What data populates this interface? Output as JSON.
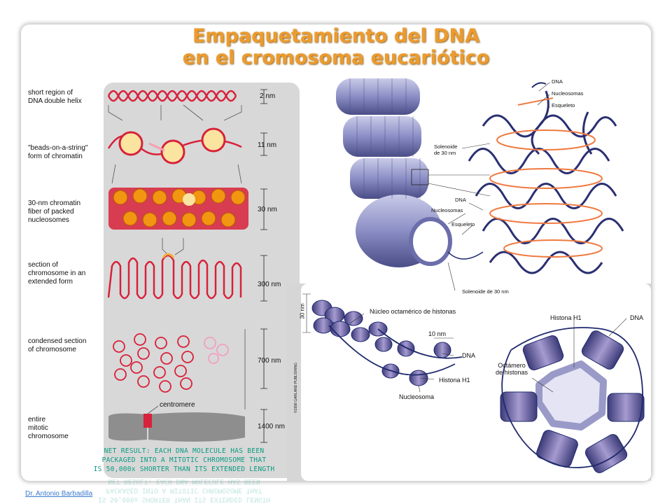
{
  "title": {
    "line1": "Empaquetamiento del DNA",
    "line2": "en el cromosoma eucariótico"
  },
  "left_panel": {
    "levels": [
      {
        "label_lines": [
          "short region of",
          "DNA double helix"
        ],
        "scale": "2 nm"
      },
      {
        "label_lines": [
          "\"beads-on-a-string\"",
          "form of chromatin"
        ],
        "scale": "11 nm"
      },
      {
        "label_lines": [
          "30-nm chromatin",
          "fiber of packed",
          "nucleosomes"
        ],
        "scale": "30 nm"
      },
      {
        "label_lines": [
          "section of",
          "chromosome in an",
          "extended form"
        ],
        "scale": "300 nm"
      },
      {
        "label_lines": [
          "condensed section",
          "of chromosome"
        ],
        "scale": "700 nm"
      },
      {
        "label_lines": [
          "entire",
          "mitotic",
          "chromosome"
        ],
        "scale": "1400 nm"
      }
    ],
    "centromere_label": "centromere",
    "net_result": [
      "NET RESULT: EACH DNA MOLECULE HAS BEEN",
      "PACKAGED INTO A MITOTIC CHROMOSOME THAT",
      "IS 50,000x SHORTER THAN ITS EXTENDED LENGTH"
    ],
    "publisher_credit": "©1998 GARLAND PUBLISHING"
  },
  "right_top": {
    "labels": {
      "dna_top": "DNA",
      "nucleosomas_top": "Nucleosomas",
      "esqueleto_top": "Esqueleto",
      "solenoide_left": "Solenoide\nde 30 nm",
      "dna_mid": "DNA",
      "nucleosomas_mid": "Nucleosomas",
      "esqueleto_mid": "Esqueleto",
      "solenoide_bottom": "Solenoide de 30 nm"
    }
  },
  "right_bottom": {
    "labels": {
      "nm30": "30 nm",
      "nucleo_octamerico": "Núcleo octamérico de histonas",
      "nm10": "10 nm",
      "dna_a": "DNA",
      "histona_h1_a": "Histona H1",
      "nucleosoma": "Nucleosoma",
      "histona_h1_b": "Histona H1",
      "dna_b": "DNA",
      "octamero": "Octámero\nde histonas"
    }
  },
  "footer": {
    "author": "Dr. Antonio Barbadilla"
  },
  "colors": {
    "title": "#ec9b2e",
    "dna_red": "#d8213a",
    "nucleosome_core": "#fbe4a0",
    "orange": "#f29510",
    "solenoid": "#8c8fc6",
    "navy": "#1f2a6e"
  }
}
